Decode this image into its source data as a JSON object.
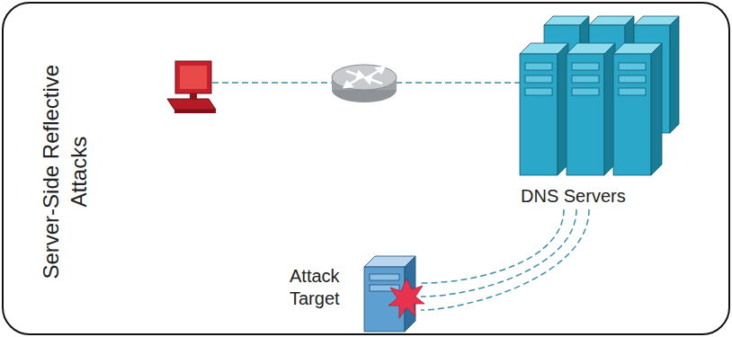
{
  "diagram": {
    "title": "Server-Side Reflective Attacks",
    "nodes": [
      {
        "text": [
          "DNS Servers"
        ]
      },
      {
        "text": [
          "Attack Target"
        ]
      }
    ],
    "edges": [
      {
        "from": 0,
        "to": 1,
        "arrow": "none"
      },
      {
        "from": 0,
        "to": 1,
        "arrow": "none"
      },
      {
        "from": 0,
        "to": 1,
        "arrow": "none"
      }
    ]
  }
}
